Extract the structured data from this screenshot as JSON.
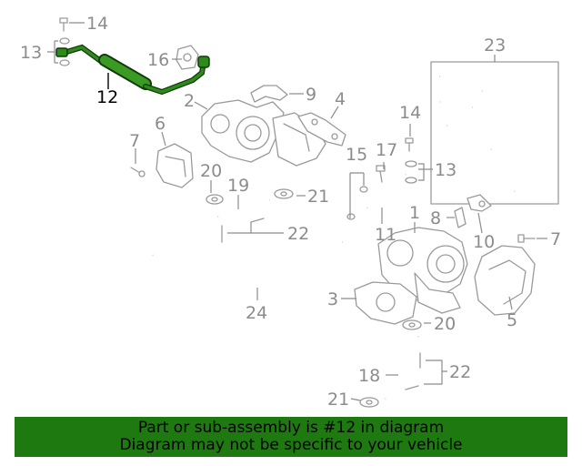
{
  "diagram": {
    "callouts": {
      "c1": "1",
      "c2": "2",
      "c3": "3",
      "c4": "4",
      "c5": "5",
      "c6": "6",
      "c7a": "7",
      "c7b": "7",
      "c8": "8",
      "c9": "9",
      "c10": "10",
      "c11": "11",
      "c12": "12",
      "c13a": "13",
      "c13b": "13",
      "c14a": "14",
      "c14b": "14",
      "c15": "15",
      "c16": "16",
      "c17": "17",
      "c18": "18",
      "c19": "19",
      "c20a": "20",
      "c20b": "20",
      "c21a": "21",
      "c21b": "21",
      "c22a": "22",
      "c22b": "22",
      "c23": "23",
      "c24": "24"
    },
    "highlight_color": "#1e7a10"
  },
  "banner": {
    "line1": "Part or sub-assembly is #12 in diagram",
    "line2": "Diagram may not be specific to your vehicle",
    "color": "#1e7a10"
  }
}
